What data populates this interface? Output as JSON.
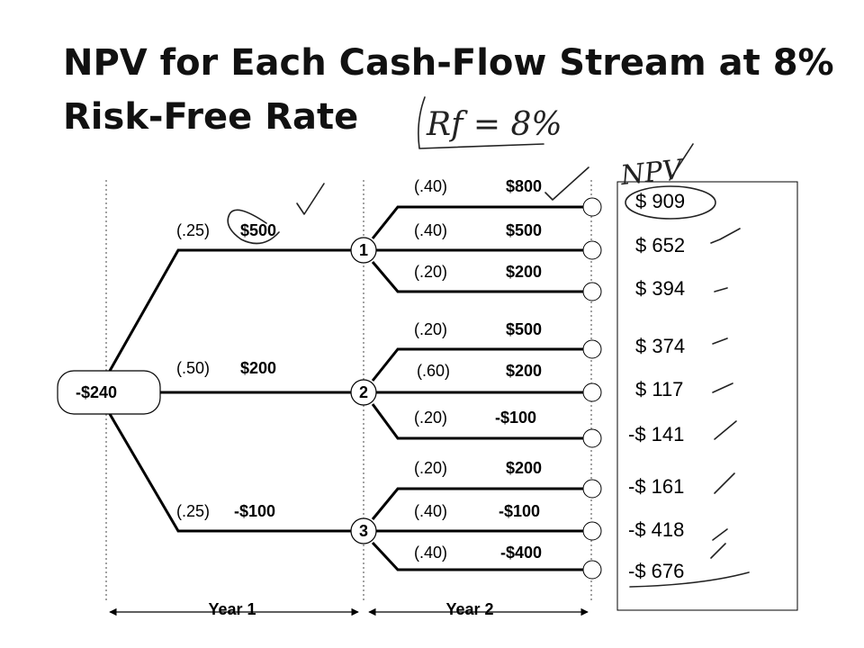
{
  "title": "NPV for Each Cash-Flow Stream at 8% Risk-Free Rate",
  "annotations": {
    "rf_note": "Rf = 8%",
    "npv_note": "NPV"
  },
  "initial_outlay": "-$240",
  "year1": [
    {
      "node": "1",
      "prob": "(.25)",
      "value": "$500"
    },
    {
      "node": "2",
      "prob": "(.50)",
      "value": "$200"
    },
    {
      "node": "3",
      "prob": "(.25)",
      "value": "-$100"
    }
  ],
  "year2": [
    {
      "prob": "(.40)",
      "value": "$800"
    },
    {
      "prob": "(.40)",
      "value": "$500"
    },
    {
      "prob": "(.20)",
      "value": "$200"
    },
    {
      "prob": "(.20)",
      "value": "$500"
    },
    {
      "prob": "(.60)",
      "value": "$200"
    },
    {
      "prob": "(.20)",
      "value": "-$100"
    },
    {
      "prob": "(.20)",
      "value": "$200"
    },
    {
      "prob": "(.40)",
      "value": "-$100"
    },
    {
      "prob": "(.40)",
      "value": "-$400"
    }
  ],
  "npvs": [
    "$ 909",
    "$ 652",
    "$ 394",
    "$ 374",
    "$ 117",
    "-$ 141",
    "-$ 161",
    "-$ 418",
    "-$ 676"
  ],
  "axis": {
    "year1_label": "Year 1",
    "year2_label": "Year 2"
  },
  "colors": {
    "lines": "#000000",
    "highlight_lines": "#1f3a8a",
    "ink": "#222222"
  }
}
